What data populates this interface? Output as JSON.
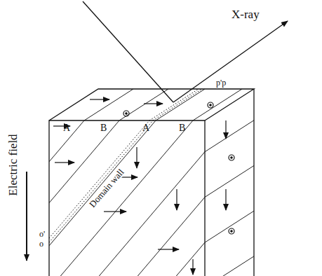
{
  "diagram": {
    "labels": [
      "X-ray",
      "p'p",
      "A",
      "B",
      "A",
      "B",
      "Electric field",
      "o'",
      "o",
      "Domain wall"
    ]
  }
}
